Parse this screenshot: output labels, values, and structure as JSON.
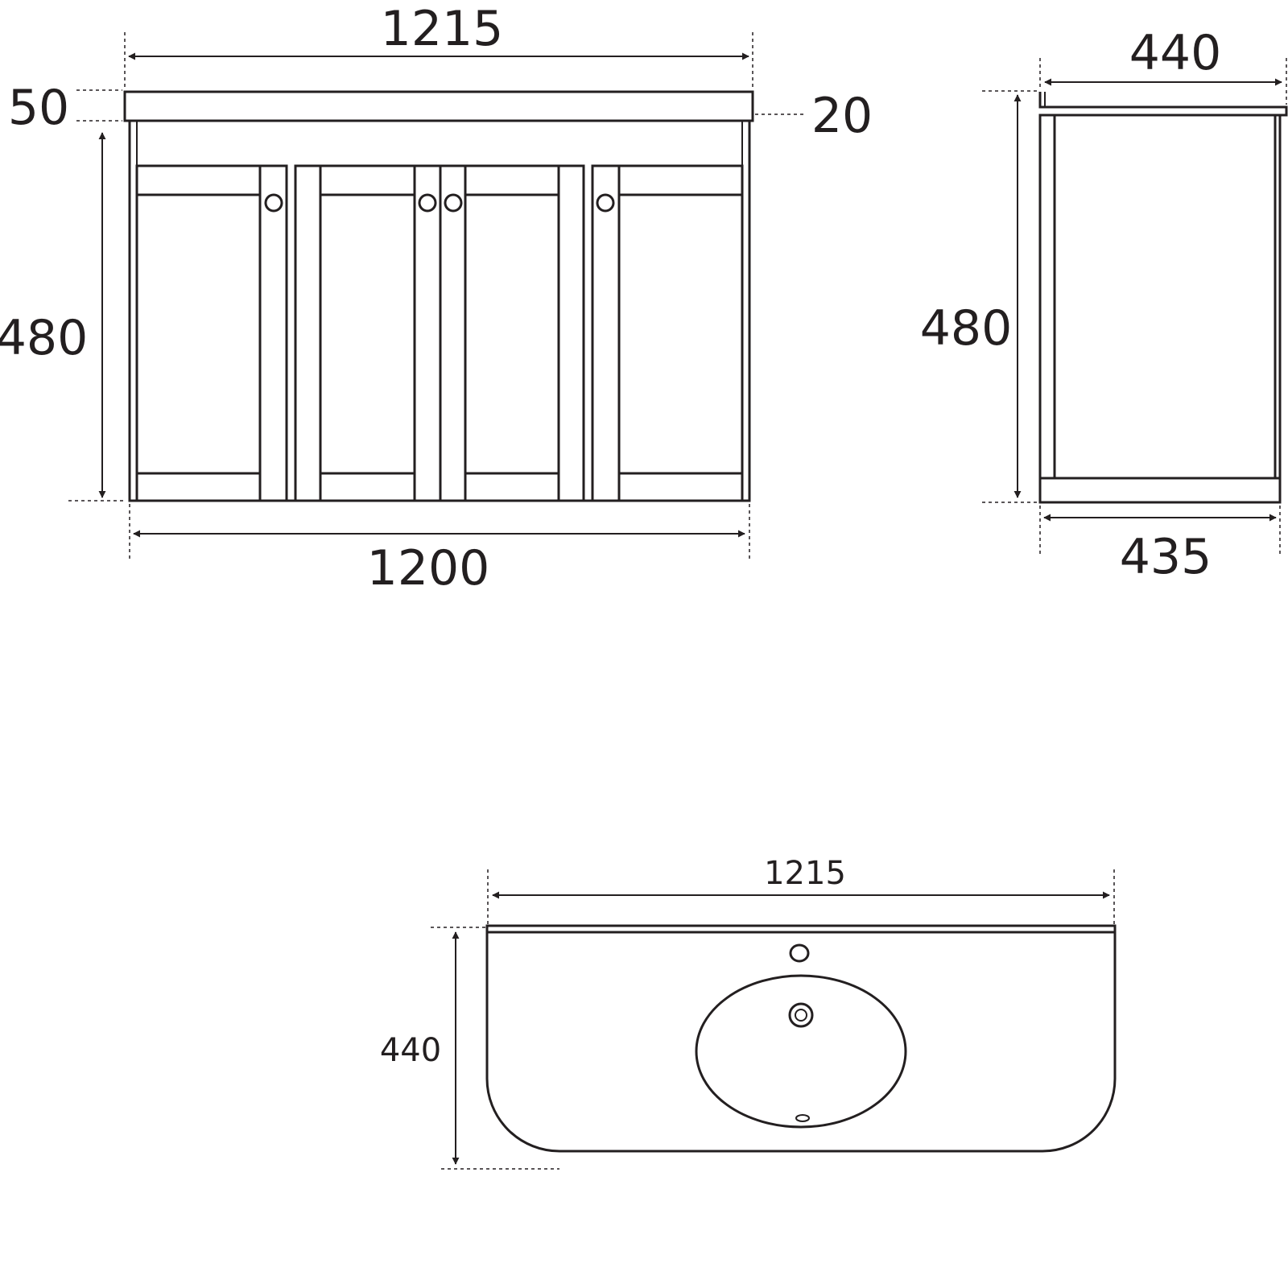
{
  "front_view": {
    "top_width": "1215",
    "top_thickness": "50",
    "top_overhang": "20",
    "body_height": "480",
    "body_width": "1200"
  },
  "side_view": {
    "top_depth": "440",
    "body_height": "480",
    "body_depth": "435"
  },
  "plan_view": {
    "top_width": "1215",
    "top_depth": "440"
  }
}
